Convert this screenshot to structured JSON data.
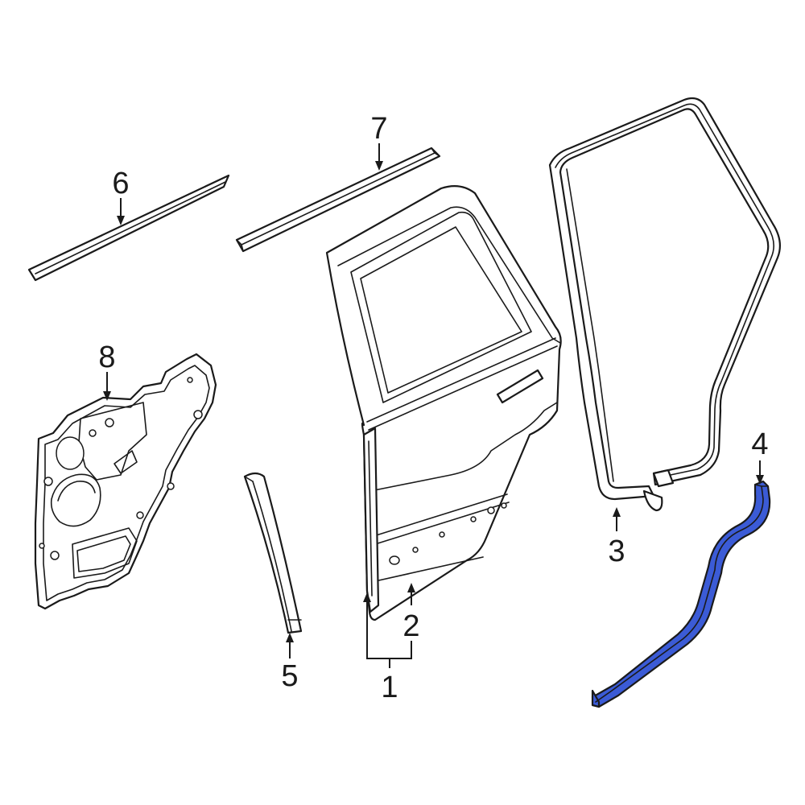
{
  "highlight_color": "#3b5bd6",
  "line_color": "#1a1a1a",
  "callouts": {
    "c1": "1",
    "c2": "2",
    "c3": "3",
    "c4": "4",
    "c5": "5",
    "c6": "6",
    "c7": "7",
    "c8": "8"
  }
}
